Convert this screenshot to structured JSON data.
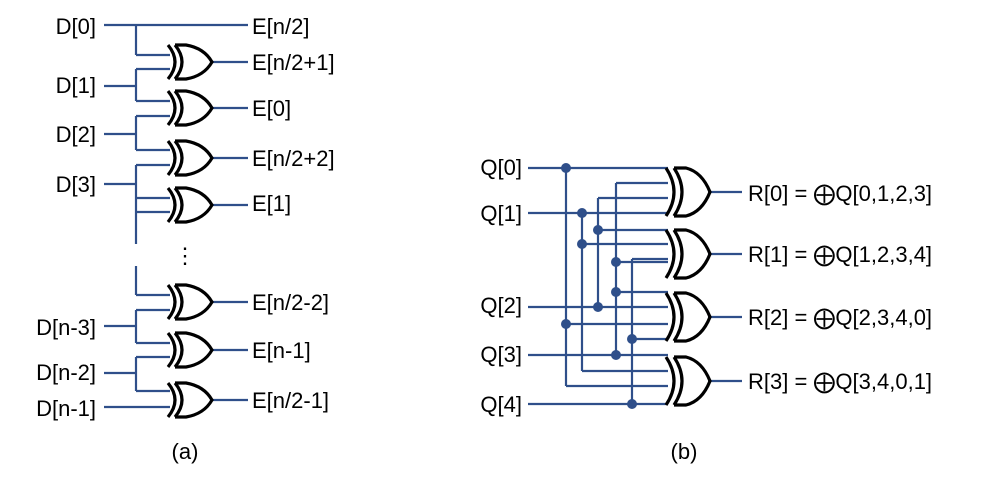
{
  "colors": {
    "wire": "#2f4f8a",
    "gate": "#000000",
    "text": "#000000",
    "background": "#ffffff"
  },
  "panel_a": {
    "caption": "(a)",
    "inputs": [
      "D[0]",
      "D[1]",
      "D[2]",
      "D[3]",
      "D[n-3]",
      "D[n-2]",
      "D[n-1]"
    ],
    "outputs": [
      "E[n/2]",
      "E[n/2+1]",
      "E[0]",
      "E[n/2+2]",
      "E[1]",
      "E[n/2-2]",
      "E[n-1]",
      "E[n/2-1]"
    ],
    "ellipsis": "⋮"
  },
  "panel_b": {
    "caption": "(b)",
    "inputs": [
      "Q[0]",
      "Q[1]",
      "Q[2]",
      "Q[3]",
      "Q[4]"
    ],
    "outputs": [
      "R[0] = ⨁Q[0,1,2,3]",
      "R[1] = ⨁Q[1,2,3,4]",
      "R[2] = ⨁Q[2,3,4,0]",
      "R[3] = ⨁Q[3,4,0,1]"
    ]
  }
}
